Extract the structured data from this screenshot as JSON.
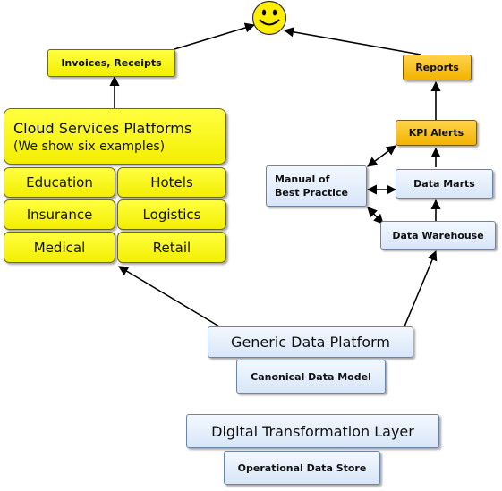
{
  "nodes": {
    "invoices": "Invoices, Receipts",
    "reports": "Reports",
    "kpi_alerts": "KPI Alerts",
    "cloud_title": "Cloud Services Platforms",
    "cloud_subtitle": "(We show six examples)",
    "manual_line1": "Manual of",
    "manual_line2": "Best Practice",
    "data_marts": "Data Marts",
    "data_warehouse": "Data Warehouse",
    "generic_platform": "Generic Data Platform",
    "canonical_model": "Canonical Data Model",
    "digital_layer": "Digital Transformation Layer",
    "ods": "Operational Data Store"
  },
  "cloud_examples": [
    "Education",
    "Hotels",
    "Insurance",
    "Logistics",
    "Medical",
    "Retail"
  ],
  "colors": {
    "yellow": "#ffff00",
    "gold": "#ffc000",
    "light_blue": "#dbe8f8",
    "arrow": "#000000"
  },
  "icons": {
    "goal": "smiley-face-icon"
  }
}
